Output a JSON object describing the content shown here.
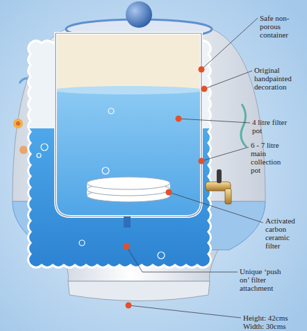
{
  "diagram": {
    "labels": [
      "Safe non-porous container",
      "Original handpainted decoration",
      "4 litre filter pot",
      "6 - 7 litre main collection pot",
      "Activated carbon ceramic filter",
      "Unique ‘push on’ filter attachment",
      "Height: 42cms Width: 30cms"
    ]
  }
}
